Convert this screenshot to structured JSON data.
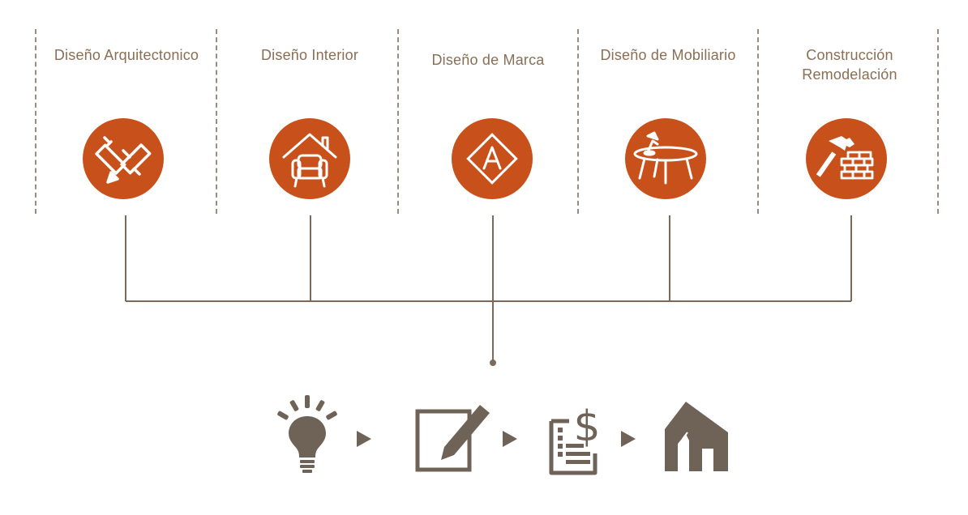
{
  "services": [
    {
      "title": "Diseño Arquitectonico",
      "icon": "ruler-pencil-icon"
    },
    {
      "title": "Diseño Interior",
      "icon": "house-armchair-icon"
    },
    {
      "title": "Diseño de Marca",
      "icon": "brand-diamond-a-icon"
    },
    {
      "title": "Diseño de Mobiliario",
      "icon": "table-lamp-icon"
    },
    {
      "title": "Construcción\nRemodelación",
      "icon": "hammer-bricks-icon"
    }
  ],
  "process": [
    {
      "icon": "lightbulb-icon"
    },
    {
      "icon": "edit-note-icon"
    },
    {
      "icon": "budget-dollar-icon"
    },
    {
      "icon": "house-icon"
    }
  ],
  "colors": {
    "accent": "#c8511b",
    "text": "#8a6e55",
    "lines": "#7b6a5c",
    "process_icons": "#6f6257"
  }
}
